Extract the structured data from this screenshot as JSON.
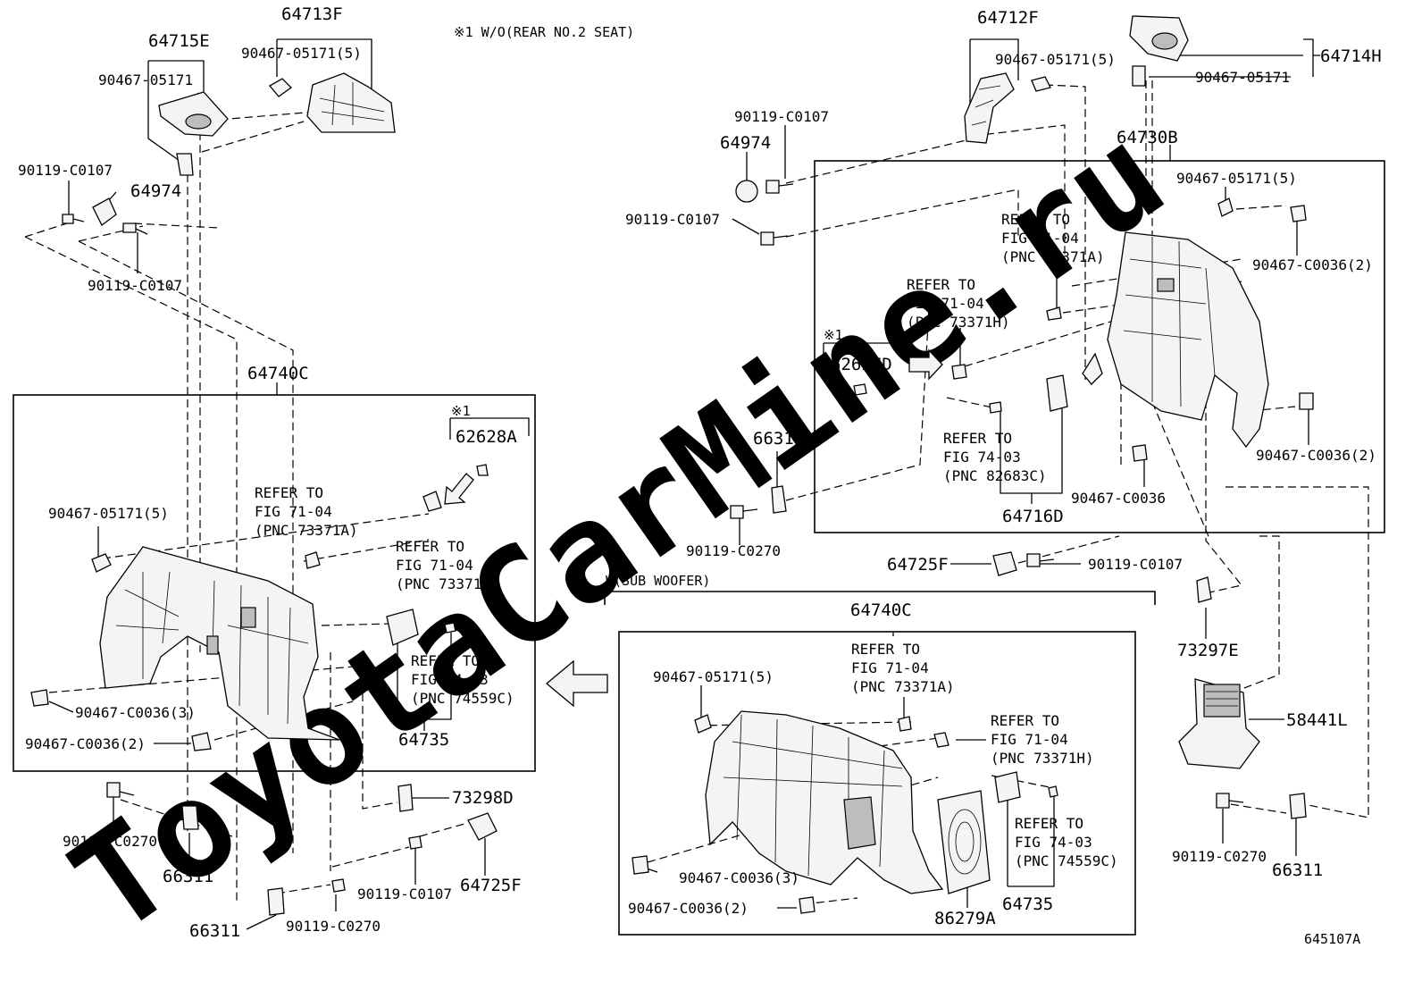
{
  "watermark": "ToyotaCarMine.ru",
  "note_header": "※1 W/O(REAR NO.2 SEAT)",
  "note_mark": "※1",
  "sub_woofer_label": "W(SUB WOOFER)",
  "diagram_id": "645107A",
  "parts": {
    "p64715E": "64715E",
    "p64713F": "64713F",
    "p90467_05171_5_a": "90467-05171(5)",
    "p90467_05171_a": "90467-05171",
    "p90119_C0107_a": "90119-C0107",
    "p64974_a": "64974",
    "p90119_C0107_b": "90119-C0107",
    "p64740C_a": "64740C",
    "p62628A": "62628A",
    "p90467_05171_5_b": "90467-05171(5)",
    "p90467_C0036_3_a": "90467-C0036(3)",
    "p90467_C0036_2_a": "90467-C0036(2)",
    "p64735_a": "64735",
    "p90119_C0270_a": "90119-C0270",
    "p66311_a": "66311",
    "p73298D": "73298D",
    "p90119_C0107_c": "90119-C0107",
    "p64725F_a": "64725F",
    "p66311_b": "66311",
    "p90119_C0270_b": "90119-C0270",
    "p64712F": "64712F",
    "p90467_05171_5_c": "90467-05171(5)",
    "p64714H": "64714H",
    "p90467_05171_b": "90467-05171",
    "p90119_C0107_d": "90119-C0107",
    "p64974_b": "64974",
    "p90119_C0107_e": "90119-C0107",
    "p64730B": "64730B",
    "p90467_05171_5_d": "90467-05171(5)",
    "p90467_C0036_2_b": "90467-C0036(2)",
    "p62627D": "62627D",
    "p66311_c": "66311",
    "p90467_C0036_2_c": "90467-C0036(2)",
    "p90467_C0036_a": "90467-C0036",
    "p64716D": "64716D",
    "p90119_C0270_c": "90119-C0270",
    "p64725F_b": "64725F",
    "p90119_C0107_f": "90119-C0107",
    "p73297E": "73297E",
    "p64740C_b": "64740C",
    "p90467_05171_5_e": "90467-05171(5)",
    "p58441L": "58441L",
    "p90467_C0036_3_b": "90467-C0036(3)",
    "p90467_C0036_2_d": "90467-C0036(2)",
    "p86279A": "86279A",
    "p64735_b": "64735",
    "p90119_C0270_d": "90119-C0270",
    "p66311_d": "66311"
  },
  "refs": {
    "r1": [
      "REFER TO",
      "FIG 71-04",
      "(PNC 73371A)"
    ],
    "r2": [
      "REFER TO",
      "FIG 71-04",
      "(PNC 73371H)"
    ],
    "r3": [
      "REFER TO",
      "FIG 74-03",
      "(PNC 74559C)"
    ],
    "r4": [
      "REFER TO",
      "FIG 71-04",
      "(PNC 73371A)"
    ],
    "r5": [
      "REFER TO",
      "FIG 71-04",
      "(PNC 73371H)"
    ],
    "r6": [
      "REFER TO",
      "FIG 74-03",
      "(PNC 82683C)"
    ],
    "r7": [
      "REFER TO",
      "FIG 71-04",
      "(PNC 73371A)"
    ],
    "r8": [
      "REFER TO",
      "FIG 71-04",
      "(PNC 73371H)"
    ],
    "r9": [
      "REFER TO",
      "FIG 74-03",
      "(PNC 74559C)"
    ]
  }
}
